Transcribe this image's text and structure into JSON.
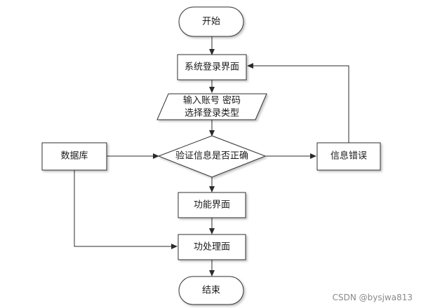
{
  "flowchart": {
    "start": "开始",
    "login_screen": "系统登录界面",
    "input_line1": "输入账号 密码",
    "input_line2": "选择登录类型",
    "decision": "验证信息是否正确",
    "database": "数据库",
    "error": "信息错误",
    "function_screen": "功能界面",
    "process_screen": "功处理面",
    "end": "结束"
  },
  "watermark": "CSDN @bysjwa813"
}
